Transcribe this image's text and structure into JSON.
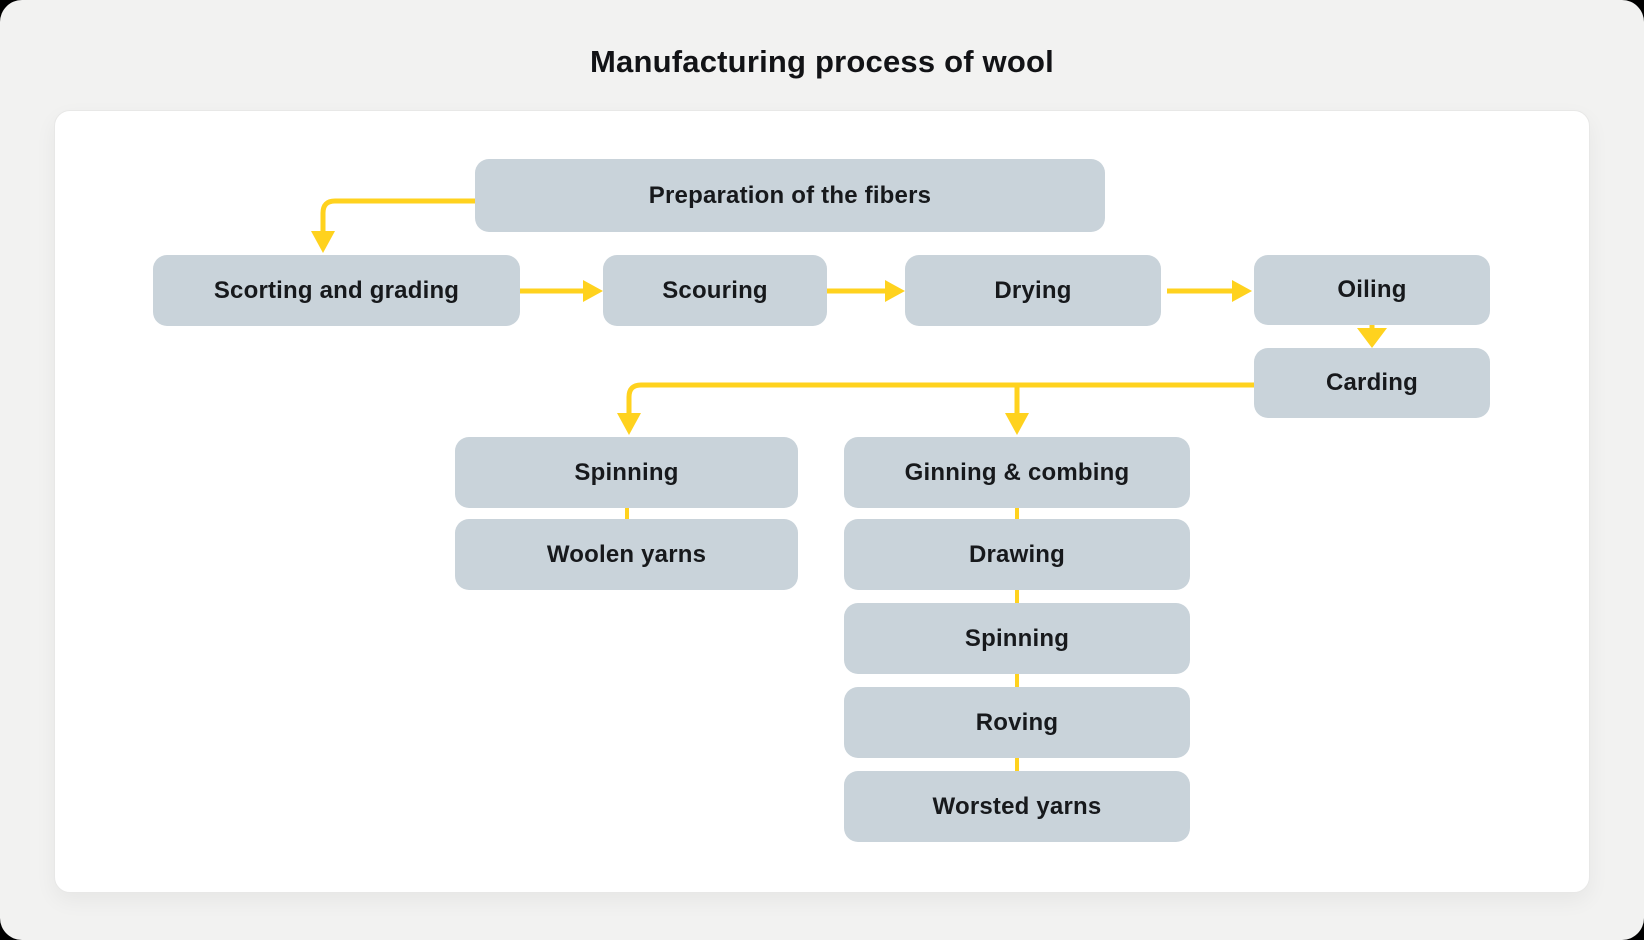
{
  "title": "Manufacturing process of wool",
  "colors": {
    "accent_yellow": "#FFD21E",
    "node_fill": "#C9D3DA",
    "node_text": "#17191C",
    "card_bg": "#FFFFFF",
    "page_bg": "#F2F2F1"
  },
  "nodes": {
    "preparation": {
      "label": "Preparation of the fibers"
    },
    "sorting": {
      "label": "Scorting and grading"
    },
    "scouring": {
      "label": "Scouring"
    },
    "drying": {
      "label": "Drying"
    },
    "oiling": {
      "label": "Oiling"
    },
    "carding": {
      "label": "Carding"
    },
    "spinning_woolen": {
      "label": "Spinning"
    },
    "woolen_yarns": {
      "label": "Woolen yarns"
    },
    "ginning_combing": {
      "label": "Ginning & combing"
    },
    "drawing": {
      "label": "Drawing"
    },
    "spinning_worsted": {
      "label": "Spinning"
    },
    "roving": {
      "label": "Roving"
    },
    "worsted_yarns": {
      "label": "Worsted yarns"
    }
  },
  "edges": [
    {
      "from": "Preparation of the fibers",
      "to": "Scorting and grading",
      "arrow": true
    },
    {
      "from": "Scorting and grading",
      "to": "Scouring",
      "arrow": true
    },
    {
      "from": "Scouring",
      "to": "Drying",
      "arrow": true
    },
    {
      "from": "Drying",
      "to": "Oiling",
      "arrow": true
    },
    {
      "from": "Oiling",
      "to": "Carding",
      "arrow": true
    },
    {
      "from": "Carding",
      "to": "Spinning",
      "arrow": true
    },
    {
      "from": "Carding",
      "to": "Ginning & combing",
      "arrow": true
    },
    {
      "from": "Spinning",
      "to": "Woolen yarns",
      "arrow": false
    },
    {
      "from": "Ginning & combing",
      "to": "Drawing",
      "arrow": false
    },
    {
      "from": "Drawing",
      "to": "Spinning",
      "arrow": false
    },
    {
      "from": "Spinning",
      "to": "Roving",
      "arrow": false
    },
    {
      "from": "Roving",
      "to": "Worsted yarns",
      "arrow": false
    }
  ]
}
